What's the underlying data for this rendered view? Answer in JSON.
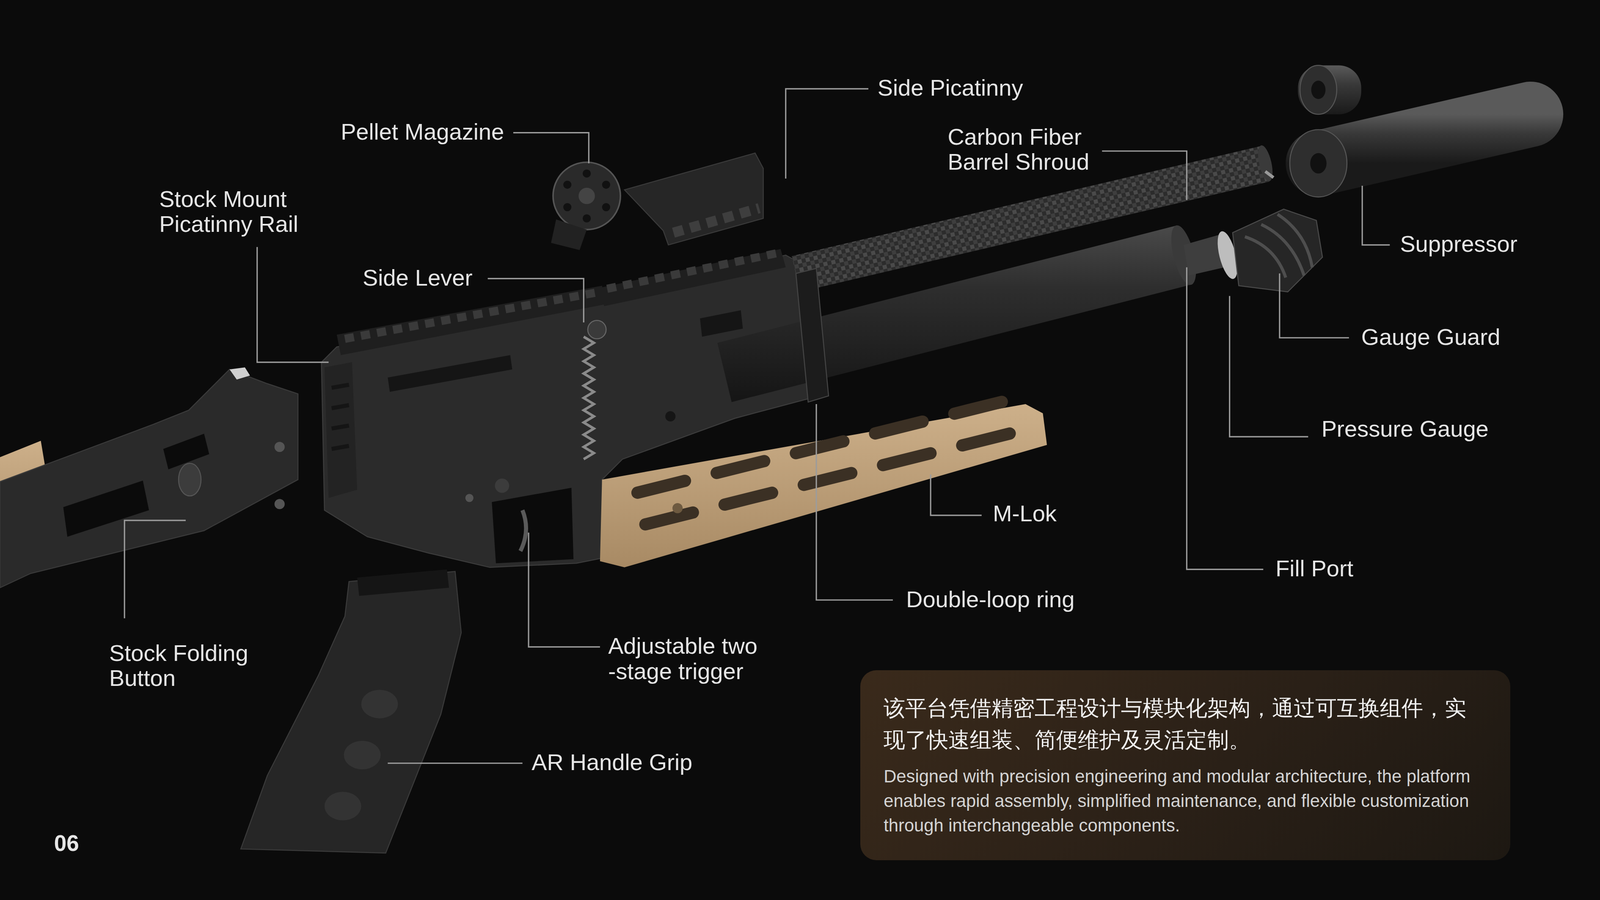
{
  "diagram": {
    "nodes": [
      {
        "text": [
          "该平台凭借精密工程设计与模块化架构，通过可互换组件，实 现了快速组装、简便维护及灵活定制。",
          "Designed with precision engineering and modular architecture, the platform enables rapid assembly, simplified maintenance, and flexible customization through interchangeable components."
        ]
      }
    ],
    "labels": [
      "Side Picatinny",
      "Pellet Magazine",
      "Carbon Fiber Barrel Shroud",
      "Stock Mount Picatinny Rail",
      "Side Lever",
      "Suppressor",
      "Gauge Guard",
      "Pressure Gauge",
      "M-Lok",
      "Fill Port",
      "Double-loop ring",
      "Stock Folding Button",
      "Adjustable two -stage trigger",
      "AR Handle Grip",
      "06"
    ]
  }
}
